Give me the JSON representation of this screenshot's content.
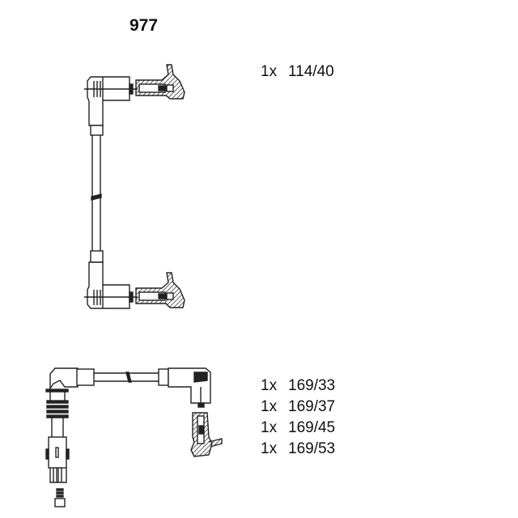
{
  "title": "977",
  "parts": [
    {
      "qty": "1x",
      "code": "114/40"
    },
    {
      "qty": "1x",
      "code": "169/33"
    },
    {
      "qty": "1x",
      "code": "169/37"
    },
    {
      "qty": "1x",
      "code": "169/45"
    },
    {
      "qty": "1x",
      "code": "169/53"
    }
  ],
  "icons": {
    "top_cable": "ignition-lead-with-angled-boots-icon",
    "bottom_cable": "spark-plug-lead-icon"
  }
}
